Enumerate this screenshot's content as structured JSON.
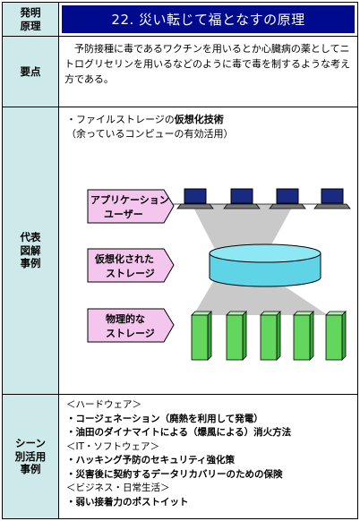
{
  "header": {
    "label": "発明\n原理",
    "title": "22. 災い転じて福となすの原理"
  },
  "summary": {
    "label": "要点",
    "text": "予防接種に毒であるワクチンを用いるとか心臓病の薬としてニトログリセリンを用いるなどのように毒で毒を制するような考え方である。"
  },
  "example": {
    "label": "代表\n図解\n事例",
    "line1_prefix": "・ファイルストレージの",
    "line1_bold": "仮想化技術",
    "line2": "（余っているコンピューの有効活用）",
    "diagram": {
      "app_users": "アプリケーション\nユーザー",
      "virtual_storage": "仮想化された\nストレージ",
      "physical_storage": "物理的な\nストレージ"
    }
  },
  "scenes": {
    "label": "シーン\n別活用\n事例",
    "items": [
      {
        "kind": "heading",
        "text": "＜ハードウェア＞"
      },
      {
        "kind": "item",
        "text": "・コージェネーション（廃熱を利用して発電）"
      },
      {
        "kind": "item",
        "text": "・油田のダイナマイトによる（爆風による）消火方法"
      },
      {
        "kind": "heading",
        "text": "＜IT・ソフトウェア＞"
      },
      {
        "kind": "item",
        "text": "・ハッキング予防のセキュリティ強化策"
      },
      {
        "kind": "item",
        "text": "・災害後に契約するデータリカバリーのための保険"
      },
      {
        "kind": "heading",
        "text": "＜ビジネス・日常生活＞"
      },
      {
        "kind": "item",
        "text": "・弱い接着力のポストイット"
      }
    ]
  },
  "colors": {
    "label_bg": "#cde9ea",
    "title_bg": "#000a8c",
    "callout_bg": "#f4c6ee",
    "server_green": "#63d65e",
    "disk_cyan": "#67e0ee"
  }
}
